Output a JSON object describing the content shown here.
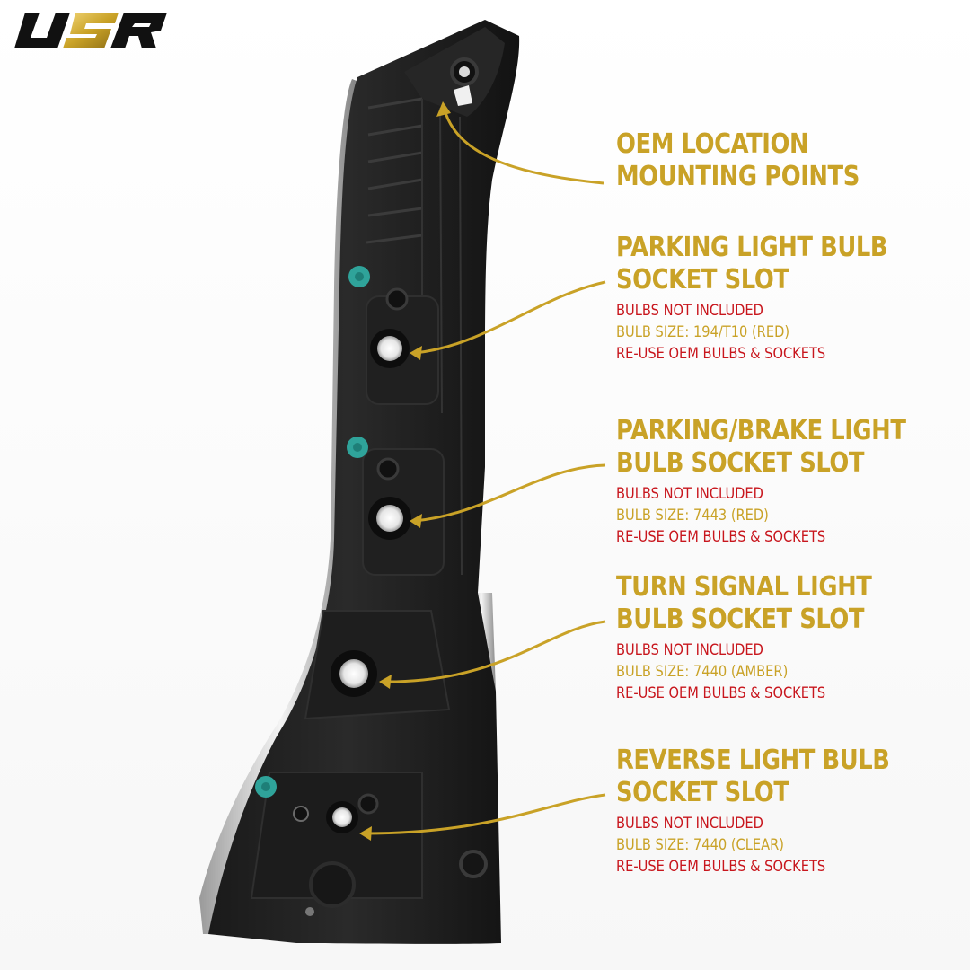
{
  "brand": {
    "name": "USR",
    "colors": {
      "gold": "#c9a227",
      "red": "#c8161d",
      "black": "#111111"
    }
  },
  "product": {
    "bulb_holes": 4,
    "mounting_clips": 3
  },
  "callouts": [
    {
      "title_lines": [
        "OEM LOCATION",
        "MOUNTING POINTS"
      ],
      "notes": []
    },
    {
      "title_lines": [
        "PARKING LIGHT BULB",
        "SOCKET SLOT"
      ],
      "notes": [
        "BULBS NOT INCLUDED",
        "BULB SIZE: 194/T10 (RED)",
        "RE-USE OEM BULBS & SOCKETS"
      ]
    },
    {
      "title_lines": [
        "PARKING/BRAKE LIGHT",
        "BULB SOCKET SLOT"
      ],
      "notes": [
        "BULBS NOT INCLUDED",
        "BULB SIZE: 7443 (RED)",
        "RE-USE OEM BULBS & SOCKETS"
      ]
    },
    {
      "title_lines": [
        "TURN SIGNAL LIGHT",
        "BULB SOCKET SLOT"
      ],
      "notes": [
        "BULBS NOT INCLUDED",
        "BULB SIZE: 7440 (AMBER)",
        "RE-USE OEM BULBS & SOCKETS"
      ]
    },
    {
      "title_lines": [
        "REVERSE LIGHT BULB",
        "SOCKET SLOT"
      ],
      "notes": [
        "BULBS NOT INCLUDED",
        "BULB SIZE: 7440 (CLEAR)",
        "RE-USE OEM BULBS & SOCKETS"
      ]
    }
  ]
}
